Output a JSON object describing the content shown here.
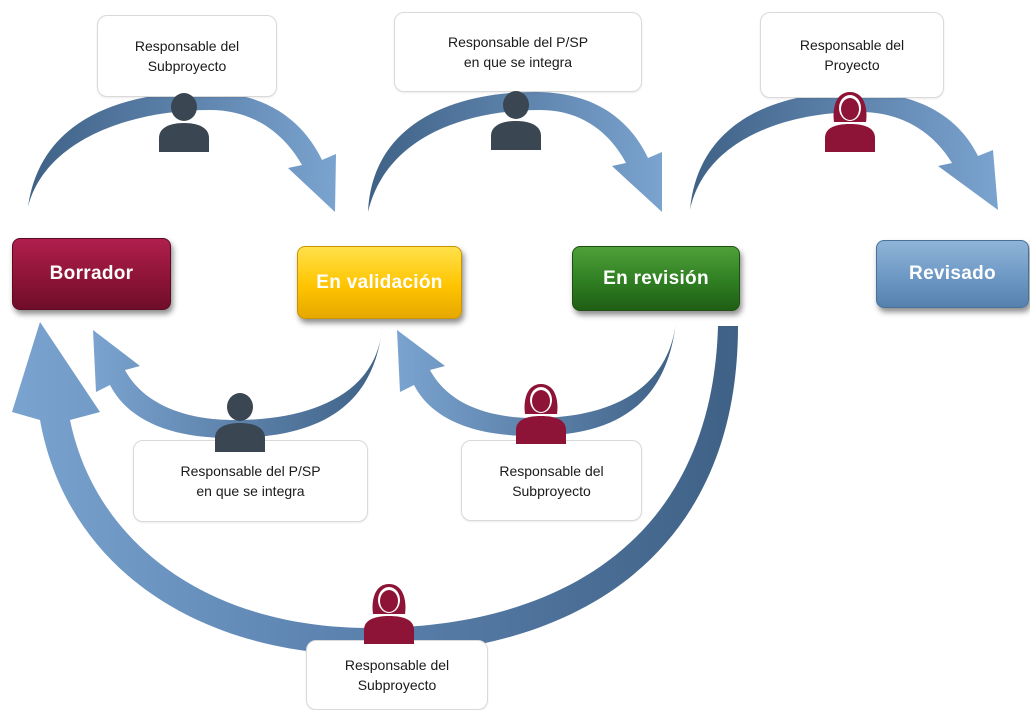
{
  "states": {
    "borrador": "Borrador",
    "validacion": "En validación",
    "revision": "En revisión",
    "revisado": "Revisado"
  },
  "roles": [
    {
      "line1": "Responsable del",
      "line2": "Subproyecto",
      "icon": "male-person-icon"
    },
    {
      "line1": "Responsable del P/SP",
      "line2": "en que se integra",
      "icon": "male-person-icon"
    },
    {
      "line1": "Responsable del",
      "line2": "Proyecto",
      "icon": "female-person-icon"
    },
    {
      "line1": "Responsable del P/SP",
      "line2": "en que se integra",
      "icon": "male-person-icon"
    },
    {
      "line1": "Responsable del",
      "line2": "Subproyecto",
      "icon": "female-person-icon"
    },
    {
      "line1": "Responsable del",
      "line2": "Subproyecto",
      "icon": "female-person-icon"
    }
  ],
  "colors": {
    "borrador": "#8e1437",
    "validacion": "#ffc400",
    "revision": "#2f7e22",
    "revisado": "#6d98c4",
    "arrow_dark": "#4a6f96",
    "arrow_light": "#7aa3cf",
    "male_person": "#3a4753",
    "female_person": "#8e1437"
  }
}
